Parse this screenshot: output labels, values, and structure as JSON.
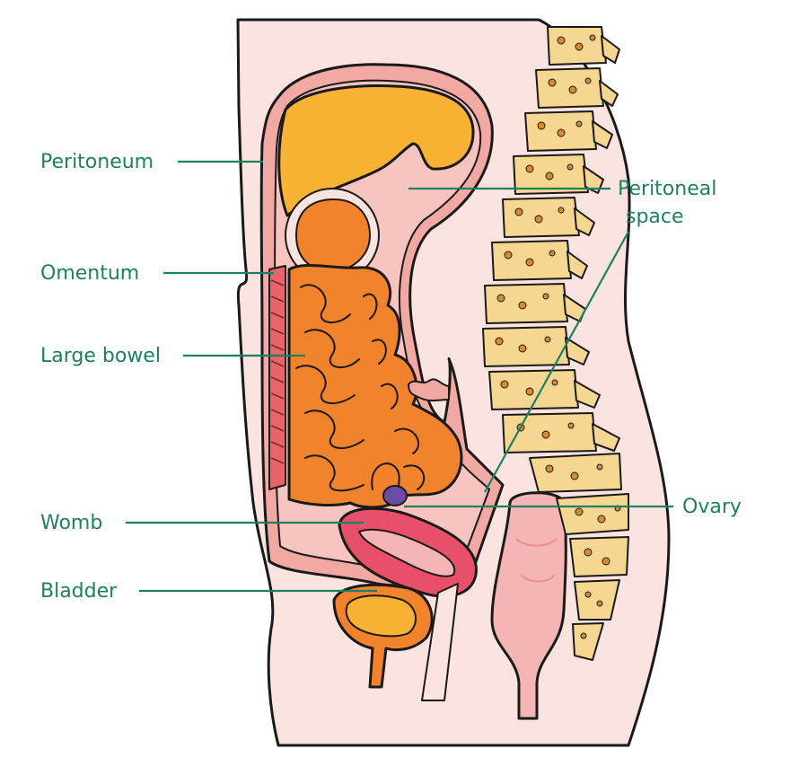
{
  "labels": {
    "peritoneum": "Peritoneum",
    "omentum": "Omentum",
    "large_bowel": "Large bowel",
    "womb": "Womb",
    "bladder": "Bladder",
    "peritoneal_space_line1": "Peritoneal",
    "peritoneal_space_line2": "space",
    "ovary": "Ovary"
  },
  "colors": {
    "label_text": "#1f7f62",
    "skin": "#fbe3df",
    "peritoneum": "#f2a9a4",
    "liver": "#f9b233",
    "bowel": "#f0832b",
    "womb": "#e8506a",
    "bone": "#f5d792",
    "ovary": "#6b4ca2",
    "rectum": "#f5b5b5"
  }
}
